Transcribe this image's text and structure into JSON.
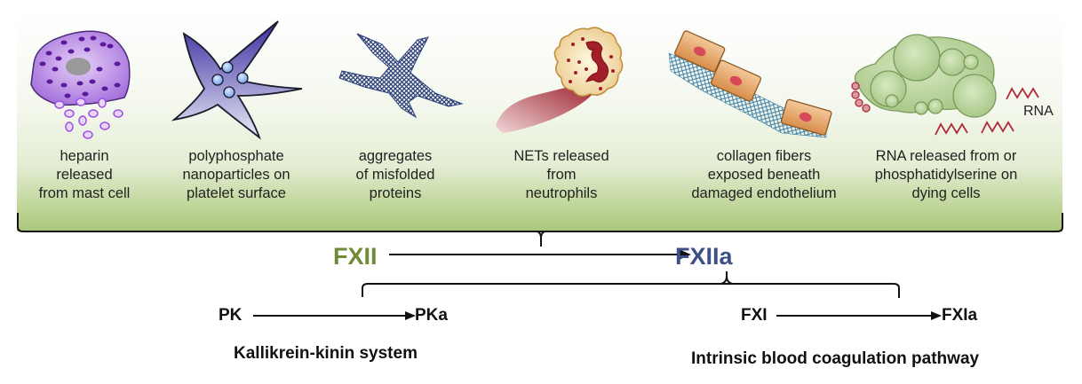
{
  "activators": [
    {
      "id": "heparin",
      "caption_lines": [
        "heparin",
        "released",
        "from mast cell"
      ]
    },
    {
      "id": "polyphosphate",
      "caption_lines": [
        "polyphosphate",
        "nanoparticles on",
        "platelet surface"
      ]
    },
    {
      "id": "misfolded-proteins",
      "caption_lines": [
        "aggregates",
        "of misfolded",
        "proteins"
      ]
    },
    {
      "id": "nets",
      "caption_lines": [
        "NETs released",
        "from",
        "neutrophils"
      ]
    },
    {
      "id": "collagen",
      "caption_lines": [
        "collagen fibers",
        "exposed beneath",
        "damaged endothelium"
      ]
    },
    {
      "id": "rna-ps",
      "caption_lines": [
        "RNA released from or",
        "phosphatidylserine on",
        "dying cells"
      ]
    }
  ],
  "rna_label": "RNA",
  "activation": {
    "from": "FXII",
    "to": "FXIIa"
  },
  "pathways": {
    "kallikrein": {
      "from": "PK",
      "to": "PKa",
      "name": "Kallikrein-kinin system"
    },
    "intrinsic": {
      "from": "FXI",
      "to": "FXIa",
      "name": "Intrinsic blood coagulation pathway"
    }
  },
  "colors": {
    "fxii": "#6f8b35",
    "fxiia": "#3e4f87",
    "panel_bottom": "#a9c67c"
  }
}
